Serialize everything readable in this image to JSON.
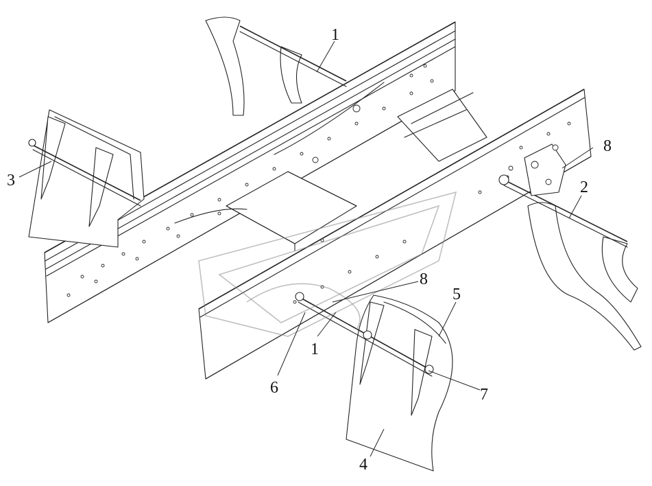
{
  "diagram": {
    "callouts": [
      {
        "id": "callout-1-top",
        "label": "1"
      },
      {
        "id": "callout-1-bottom",
        "label": "1"
      },
      {
        "id": "callout-2",
        "label": "2"
      },
      {
        "id": "callout-3",
        "label": "3"
      },
      {
        "id": "callout-4",
        "label": "4"
      },
      {
        "id": "callout-5",
        "label": "5"
      },
      {
        "id": "callout-6",
        "label": "6"
      },
      {
        "id": "callout-7",
        "label": "7"
      },
      {
        "id": "callout-8-top",
        "label": "8"
      },
      {
        "id": "callout-8-bottom",
        "label": "8"
      }
    ],
    "colors": {
      "line": "#222222",
      "background": "#ffffff",
      "watermark": "#8c8c8c"
    }
  }
}
